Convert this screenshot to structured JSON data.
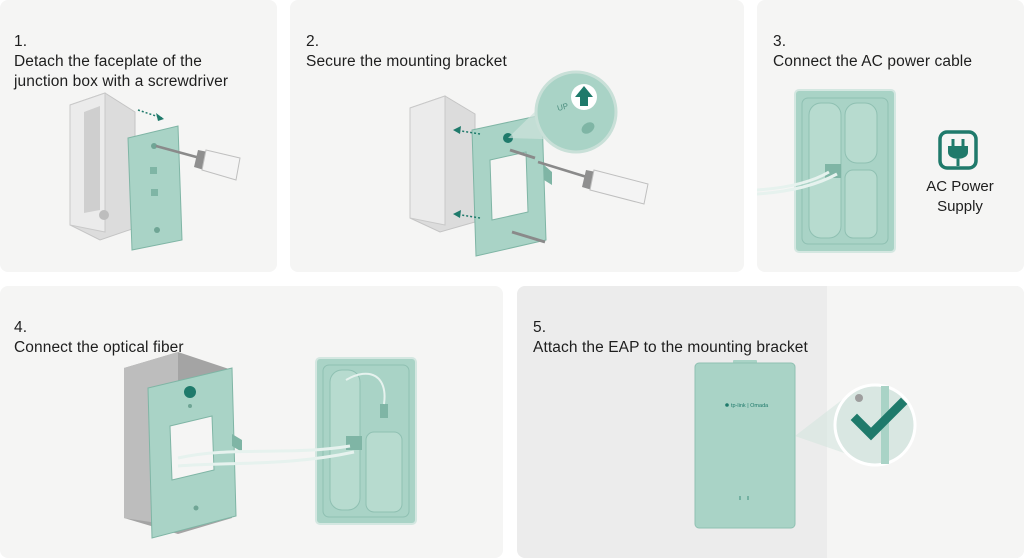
{
  "steps": [
    {
      "number": "1.",
      "title": "Detach the faceplate of the\njunction box with a screwdriver"
    },
    {
      "number": "2.",
      "title": "Secure the mounting bracket"
    },
    {
      "number": "3.",
      "title": "Connect the AC power cable"
    },
    {
      "number": "4.",
      "title": "Connect the optical fiber"
    },
    {
      "number": "5.",
      "title": "Attach the EAP to the mounting bracket"
    }
  ],
  "labels": {
    "up_marker": "UP",
    "ac_power_line1": "AC Power",
    "ac_power_line2": "Supply",
    "device_logo": "tp-link | Omada"
  },
  "colors": {
    "accent": "#1f7a6b",
    "plate": "#a9d3c6",
    "plate_stroke": "#7fb5a5",
    "box_grey": "#d9d9d9",
    "panel_bg": "#f5f5f4"
  },
  "icons": [
    "screwdriver-icon",
    "power-plug-icon",
    "up-arrow-icon",
    "checkmark-icon"
  ]
}
